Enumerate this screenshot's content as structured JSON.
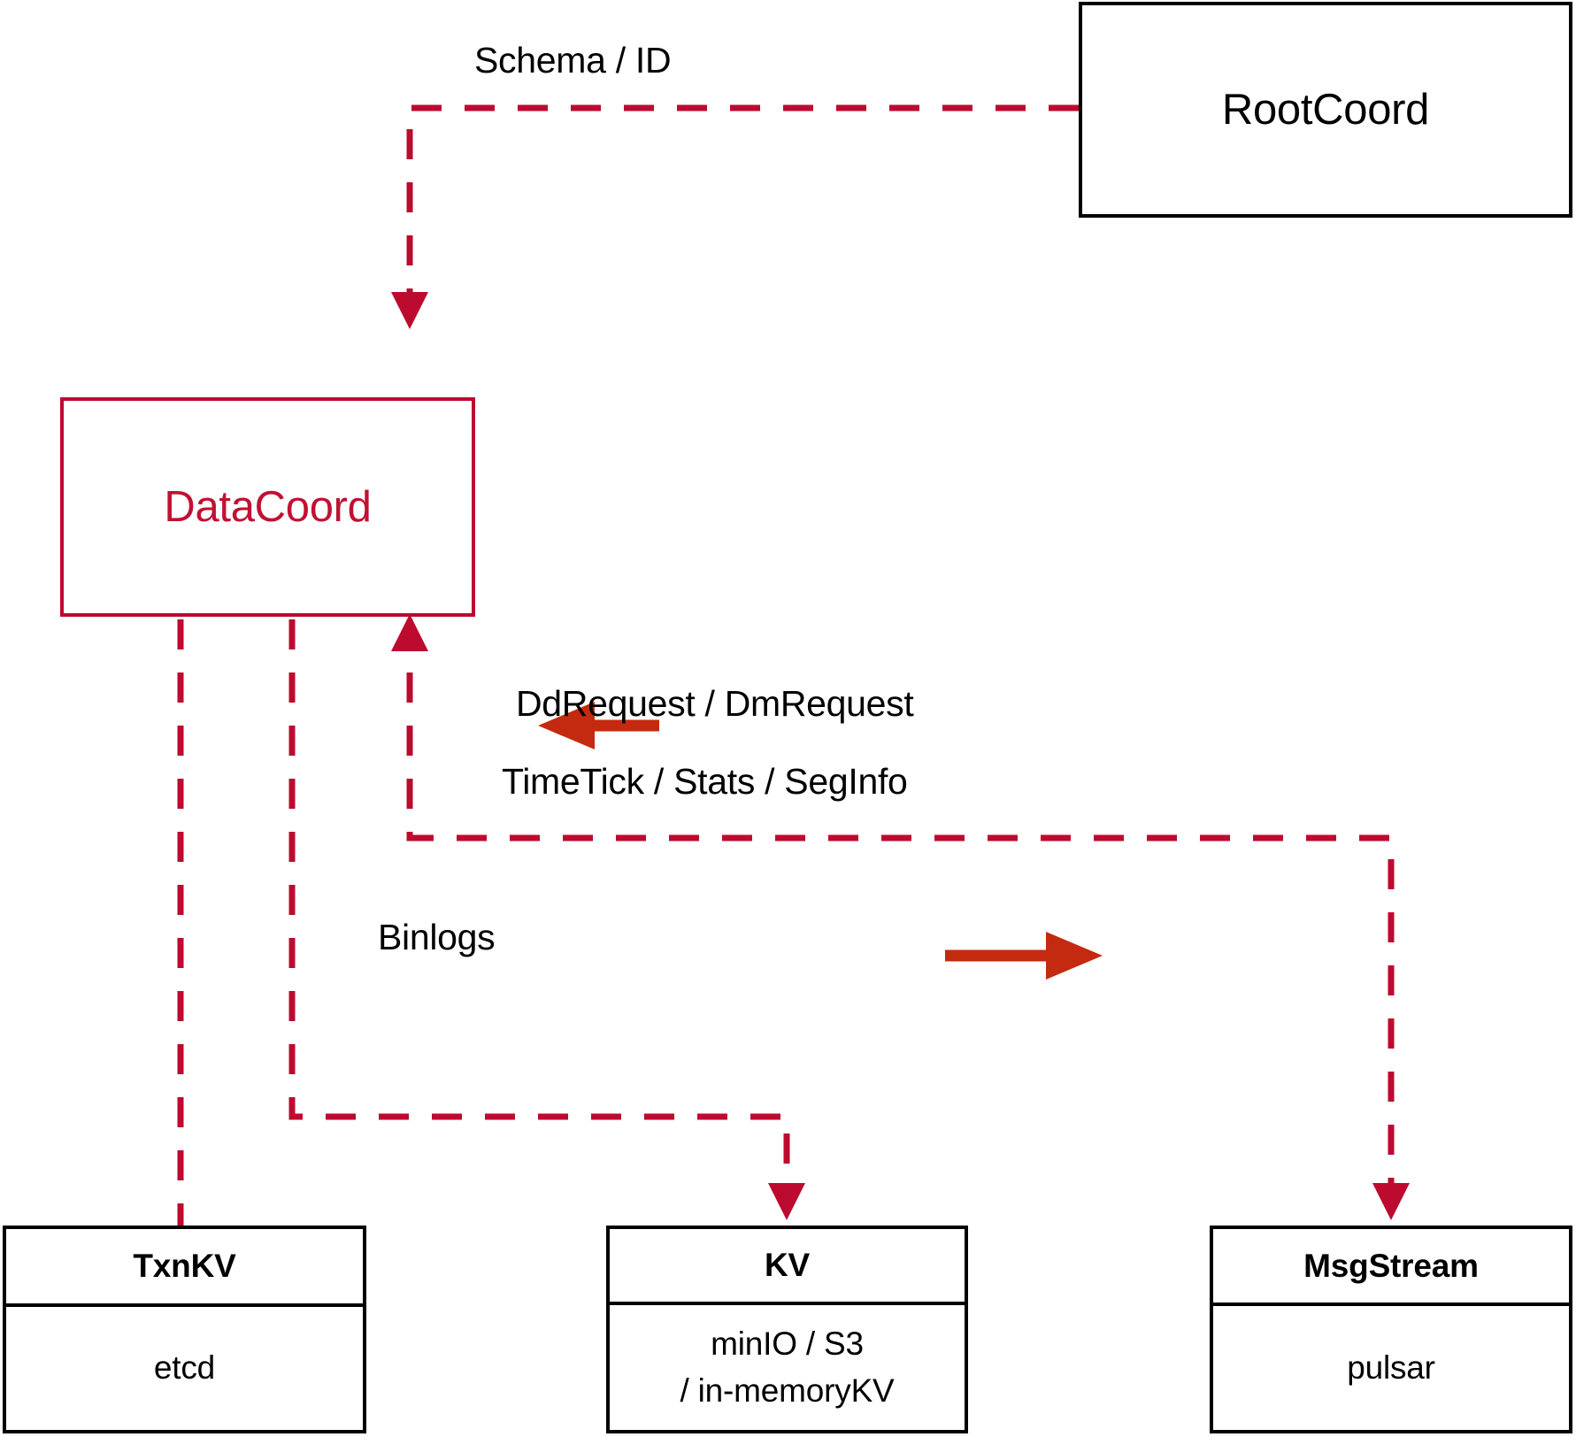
{
  "diagram": {
    "title": "DataCoord architecture",
    "colors": {
      "accent_red": "#BD0A2F",
      "accent_text_red": "#C01133",
      "arrow_red": "#C42A0F",
      "node_black": "#000000",
      "background": "#FFFFFF"
    },
    "nodes": [
      {
        "id": "rootcoord",
        "label": "RootCoord",
        "style": "black-box"
      },
      {
        "id": "datacoord",
        "label": "DataCoord",
        "style": "red-box"
      }
    ],
    "stores": [
      {
        "id": "txnkv",
        "header": "TxnKV",
        "lines": [
          "etcd"
        ]
      },
      {
        "id": "kv",
        "header": "KV",
        "lines": [
          "minIO / S3",
          "/ in-memoryKV"
        ]
      },
      {
        "id": "msgstream",
        "header": "MsgStream",
        "lines": [
          "pulsar"
        ]
      }
    ],
    "edge_labels": [
      {
        "id": "schema-id",
        "text": "Schema / ID"
      },
      {
        "id": "dd-dm-request",
        "text": "DdRequest / DmRequest"
      },
      {
        "id": "timetick-stats-seginfo",
        "text": "TimeTick / Stats / SegInfo"
      },
      {
        "id": "binlogs",
        "text": "Binlogs"
      }
    ]
  }
}
